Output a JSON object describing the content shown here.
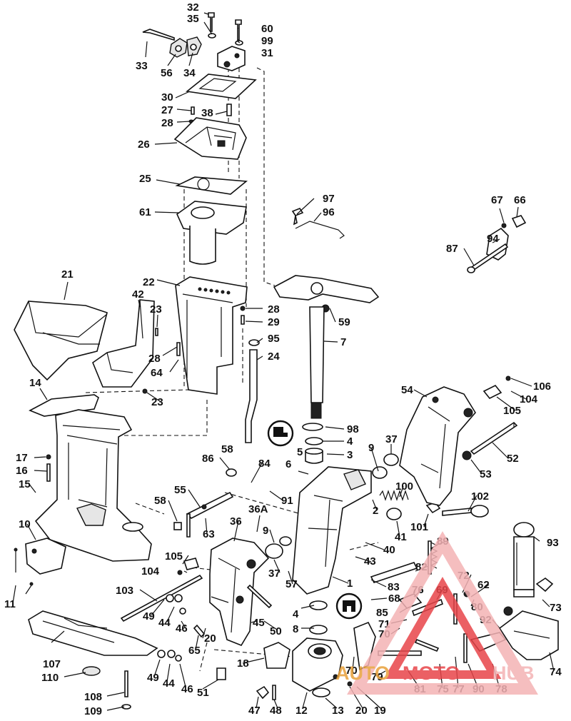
{
  "labels": {
    "l32": "32",
    "l35": "35",
    "l60": "60",
    "l99": "99",
    "l31": "31",
    "l33": "33",
    "l56": "56",
    "l34": "34",
    "l30": "30",
    "l27": "27",
    "l38": "38",
    "l28a": "28",
    "l26": "26",
    "l25": "25",
    "l61": "61",
    "l97": "97",
    "l96": "96",
    "l67": "67",
    "l66": "66",
    "l94": "94",
    "l87": "87",
    "l21": "21",
    "l42": "42",
    "l22": "22",
    "l23a": "23",
    "l28b": "28",
    "l29": "29",
    "l95": "95",
    "l24": "24",
    "l28c": "28",
    "l64": "64",
    "l59": "59",
    "l7": "7",
    "l23b": "23",
    "l14": "14",
    "l54": "54",
    "l106": "106",
    "l104a": "104",
    "l105a": "105",
    "l98": "98",
    "l4a": "4",
    "l5": "5",
    "l3": "3",
    "l9a": "9",
    "l37a": "37",
    "l52": "52",
    "l53": "53",
    "l17": "17",
    "l16": "16",
    "l15": "15",
    "l58a": "58",
    "l86": "86",
    "l84": "84",
    "l6": "6",
    "l91": "91",
    "l55": "55",
    "l58b": "58",
    "l63": "63",
    "l36a": "36A",
    "l100": "100",
    "l2": "2",
    "l102": "102",
    "l41": "41",
    "l101": "101",
    "l10": "10",
    "l36": "36",
    "l9b": "9",
    "l40": "40",
    "l43": "43",
    "l93": "93",
    "l105b": "105",
    "l104b": "104",
    "l37b": "37",
    "l57": "57",
    "l1": "1",
    "l89": "89",
    "l82": "82",
    "l11": "11",
    "l103": "103",
    "l83": "83",
    "l72": "72",
    "l62": "62",
    "l76": "76",
    "l69": "69",
    "l68": "68",
    "l73": "73",
    "l49a": "49",
    "l44a": "44",
    "l46a": "46",
    "l45": "45",
    "l50": "50",
    "l4b": "4",
    "l8": "8",
    "l85": "85",
    "l71": "71",
    "l80": "80",
    "l92": "92",
    "l70a": "70",
    "l65": "65",
    "l20a": "20",
    "l107": "107",
    "l18": "18",
    "l70b": "70",
    "l79": "79",
    "l81": "81",
    "l75": "75",
    "l77": "77",
    "l90": "90",
    "l78": "78",
    "l74": "74",
    "l49b": "49",
    "l44b": "44",
    "l46b": "46",
    "l110": "110",
    "l51": "51",
    "l108": "108",
    "l109": "109",
    "l47": "47",
    "l48": "48",
    "l12": "12",
    "l13": "13",
    "l20b": "20",
    "l19": "19"
  },
  "watermark": {
    "text_a": "AUTO",
    "text_b": "MOTO",
    "text_c": "HUB",
    "color_primary": "#e8454a",
    "color_secondary": "#f4b3b5",
    "color_accent": "#e8a13a"
  },
  "icons": {
    "marker_u": "sealant-tube-icon",
    "marker_c": "lubricant-tube-icon"
  }
}
